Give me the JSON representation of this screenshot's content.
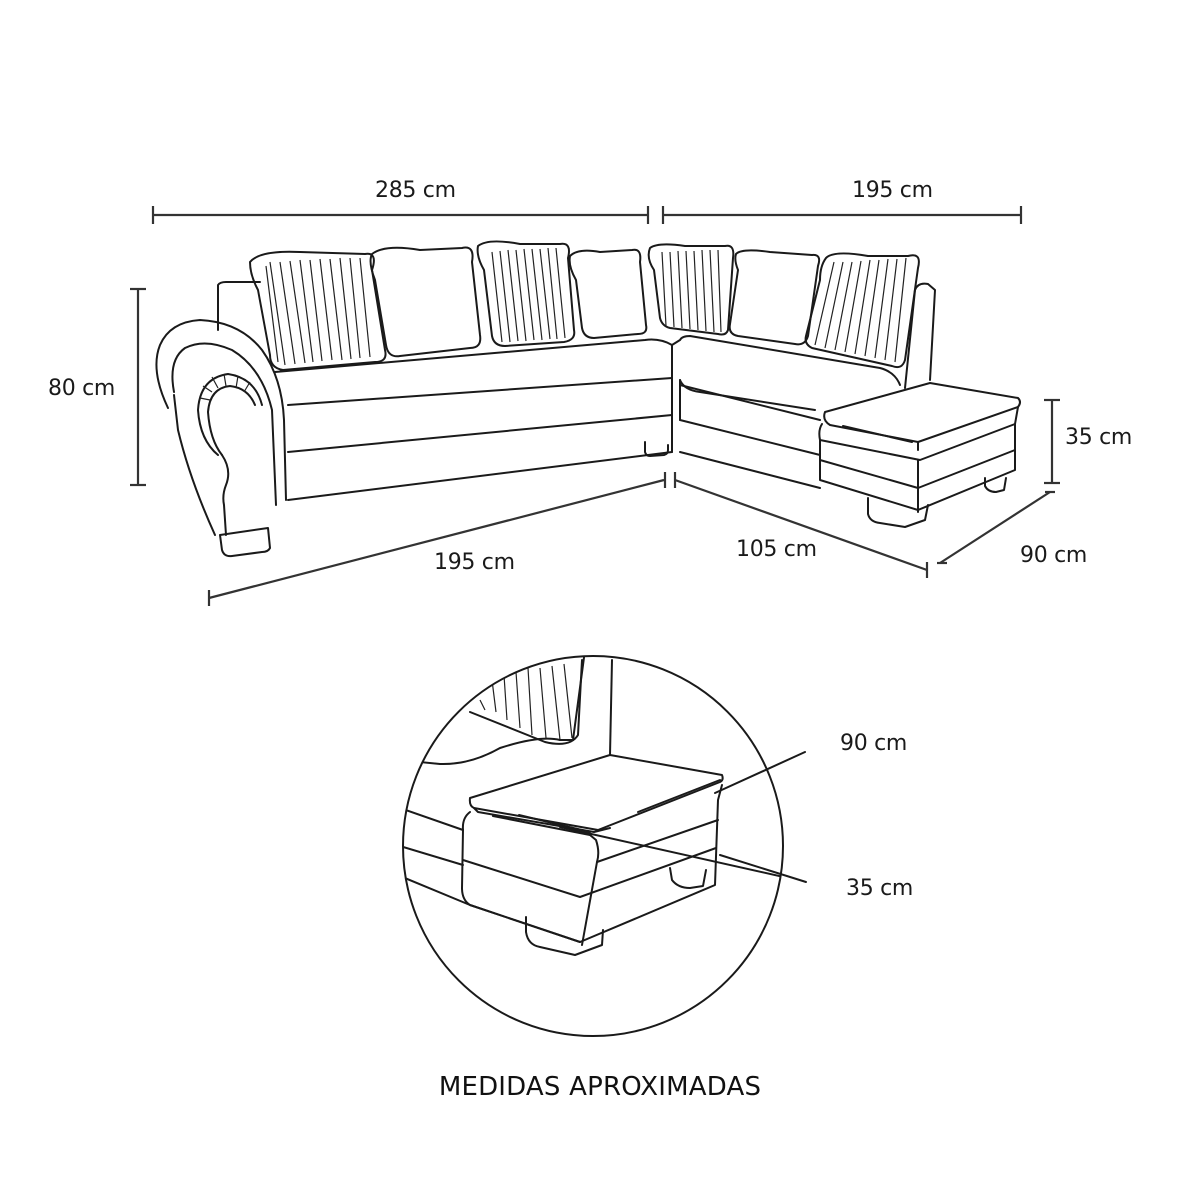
{
  "diagram": {
    "subject": "L-shaped sectional sofa with ottoman",
    "dimensions": {
      "top_left_width": "285 cm",
      "top_right_width": "195 cm",
      "height": "80 cm",
      "ottoman_height": "35 cm",
      "front_left_length": "195 cm",
      "front_right_length": "105 cm",
      "ottoman_depth": "90 cm"
    },
    "detail_view": {
      "ottoman_width": "90 cm",
      "ottoman_height": "35 cm"
    },
    "caption": "MEDIDAS APROXIMADAS"
  },
  "colors": {
    "line": "#1a1a1a",
    "background": "#ffffff"
  }
}
